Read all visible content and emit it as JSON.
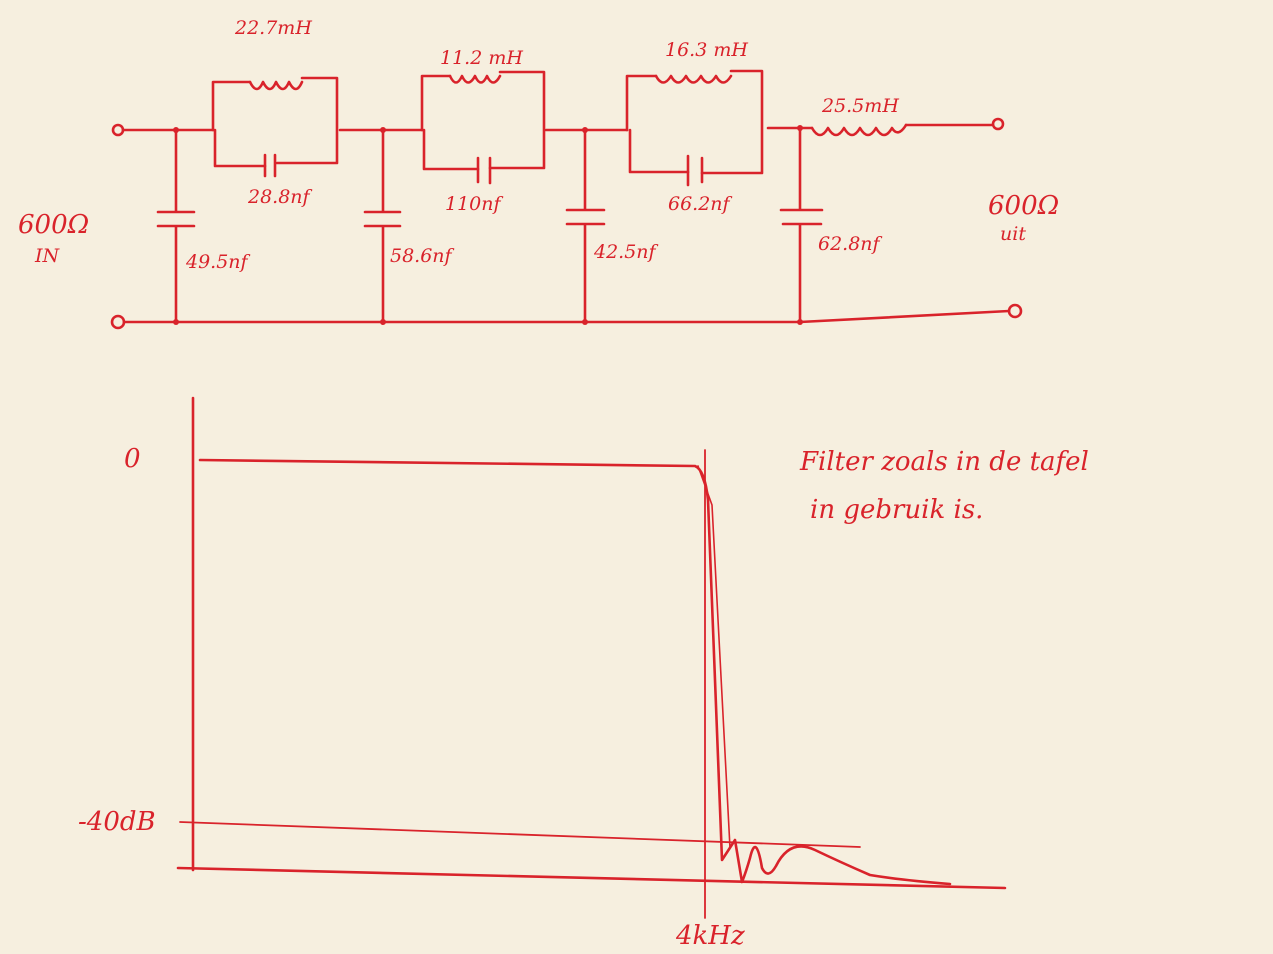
{
  "circuit": {
    "input_label": "600Ω",
    "input_sub": "IN",
    "output_label": "600Ω",
    "output_sub": "uit",
    "series_inductors": [
      "22.7mH",
      "11.2 mH",
      "16.3 mH"
    ],
    "series_capacitors": [
      "28.8nf",
      "110nf",
      "66.2nf"
    ],
    "output_inductor": "25.5mH",
    "shunt_capacitors": [
      "49.5nf",
      "58.6nf",
      "42.5nf",
      "62.8nf"
    ]
  },
  "response": {
    "zero_label": "0",
    "atten_label": "-40dB",
    "cutoff_label": "4kHz"
  },
  "note": {
    "line1": "Filter zoals in de tafel",
    "line2": "in gebruik is."
  },
  "colors": {
    "ink": "#d9232b",
    "paper": "#f6efdf"
  }
}
